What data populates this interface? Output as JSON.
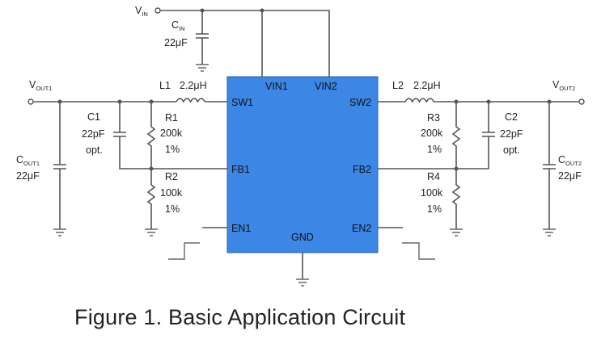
{
  "caption": "Figure 1. Basic Application Circuit",
  "colors": {
    "chip": "#3c86e6",
    "wire": "#555555",
    "text": "#222222"
  },
  "chip": {
    "pins": {
      "vin1": "VIN1",
      "vin2": "VIN2",
      "sw1": "SW1",
      "sw2": "SW2",
      "fb1": "FB1",
      "fb2": "FB2",
      "en1": "EN1",
      "en2": "EN2",
      "gnd": "GND"
    }
  },
  "nets": {
    "vin": {
      "main": "V",
      "sub": "IN"
    },
    "vout1": {
      "main": "V",
      "sub": "OUT1"
    },
    "vout2": {
      "main": "V",
      "sub": "OUT2"
    }
  },
  "parts": {
    "cin": {
      "name_main": "C",
      "name_sub": "IN",
      "value": "22μF"
    },
    "l1": {
      "name": "L1",
      "value": "2.2μH"
    },
    "l2": {
      "name": "L2",
      "value": "2.2μH"
    },
    "c1": {
      "name": "C1",
      "value": "22pF",
      "note": "opt."
    },
    "c2": {
      "name": "C2",
      "value": "22pF",
      "note": "opt."
    },
    "r1": {
      "name": "R1",
      "value": "200k",
      "tol": "1%"
    },
    "r2": {
      "name": "R2",
      "value": "100k",
      "tol": "1%"
    },
    "r3": {
      "name": "R3",
      "value": "200k",
      "tol": "1%"
    },
    "r4": {
      "name": "R4",
      "value": "100k",
      "tol": "1%"
    },
    "cout1": {
      "name_main": "C",
      "name_sub": "OUT1",
      "value": "22μF"
    },
    "cout2": {
      "name_main": "C",
      "name_sub": "OUT2",
      "value": "22μF"
    }
  }
}
